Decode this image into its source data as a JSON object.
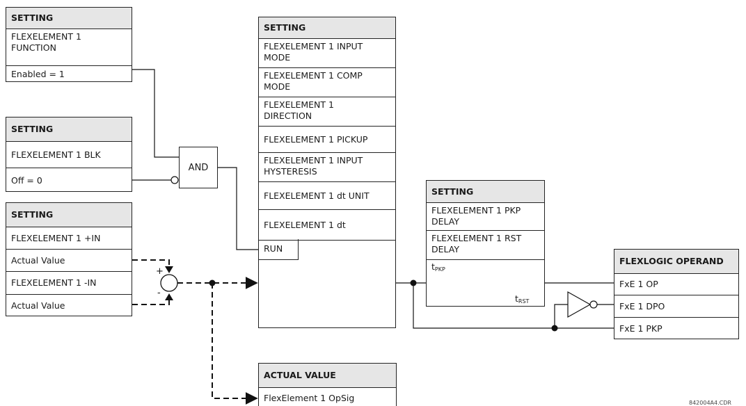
{
  "function_setting": {
    "header": "SETTING",
    "name": "FLEXELEMENT 1\nFUNCTION",
    "value": "Enabled = 1"
  },
  "blk_setting": {
    "header": "SETTING",
    "name": "FLEXELEMENT 1 BLK",
    "value": "Off = 0"
  },
  "input_setting": {
    "header": "SETTING",
    "rows": [
      "FLEXELEMENT 1 +IN",
      "Actual Value",
      "FLEXELEMENT 1 -IN",
      "Actual Value"
    ]
  },
  "and_gate": {
    "label": "AND"
  },
  "main_setting": {
    "header": "SETTING",
    "rows": [
      "FLEXELEMENT 1 INPUT MODE",
      "FLEXELEMENT 1 COMP MODE",
      "FLEXELEMENT 1 DIRECTION",
      "FLEXELEMENT 1 PICKUP",
      "FLEXELEMENT 1 INPUT HYSTERESIS",
      "FLEXELEMENT 1 dt UNIT",
      "FLEXELEMENT 1 dt"
    ],
    "run_label": "RUN"
  },
  "delay_setting": {
    "header": "SETTING",
    "rows": [
      "FLEXELEMENT 1 PKP DELAY",
      "FLEXELEMENT 1 RST DELAY"
    ],
    "tpkp": "t",
    "tpkp_sub": "PKP",
    "trst": "t",
    "trst_sub": "RST"
  },
  "operand": {
    "header": "FLEXLOGIC OPERAND",
    "rows": [
      "FxE 1 OP",
      "FxE 1 DPO",
      "FxE 1 PKP"
    ]
  },
  "actual_value": {
    "header": "ACTUAL VALUE",
    "value": "FlexElement 1 OpSig"
  },
  "summing": {
    "plus": "+",
    "minus": "-"
  },
  "drawing_id": "842004A4.CDR"
}
